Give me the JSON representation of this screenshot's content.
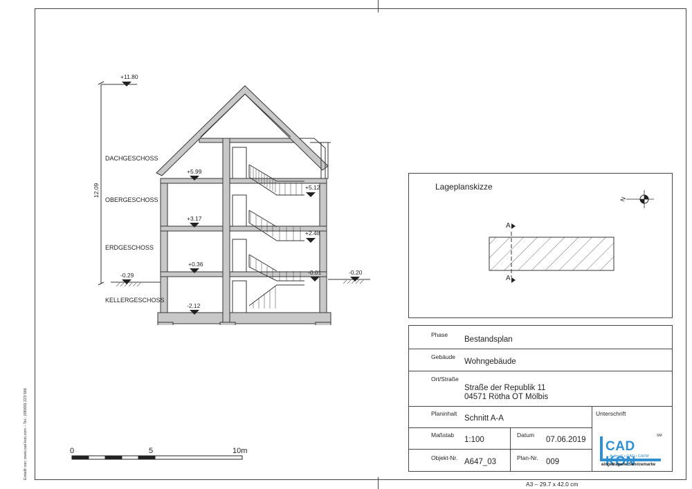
{
  "drawing": {
    "levels": {
      "top": "+11.80",
      "ground_left": "-0.29",
      "ground_right": "-0.20",
      "dach": "+5.99",
      "ober": "+3.17",
      "erd": "+0.36",
      "keller": "-2.12",
      "landing1": "+5.12",
      "landing2": "+2.48",
      "landing3": "-0.01"
    },
    "height_dim": "12.09",
    "floors": [
      "DACHGESCHOSS",
      "OBERGESCHOSS",
      "ERDGESCHOSS",
      "KELLERGESCHOSS"
    ],
    "scale_bar": {
      "zero": "0",
      "five": "5",
      "ten": "10m"
    }
  },
  "lageplan": {
    "title": "Lageplanskizze",
    "section_marker_top": "A",
    "section_marker_bottom": "A",
    "north_label": "N"
  },
  "title_block": {
    "phase_label": "Phase",
    "phase_value": "Bestandsplan",
    "gebaeude_label": "Gebäude",
    "gebaeude_value": "Wohngebäude",
    "ort_label": "Ort/Straße",
    "ort_line1": "Straße der Republik 11",
    "ort_line2": "04571 Rötha OT Mölbis",
    "planinhalt_label": "Planinhalt",
    "planinhalt_value": "Schnitt A-A",
    "unterschrift_label": "Unterschrift",
    "massstab_label": "Maßstab",
    "massstab_value": "1:100",
    "datum_label": "Datum",
    "datum_value": "07.06.2019",
    "objekt_label": "Objekt-Nr.",
    "objekt_value": "A647_03",
    "plan_label": "Plan-Nr.",
    "plan_value": "009"
  },
  "logo": {
    "name": "CAD KON",
    "sm": "SM",
    "tagline1": "Aufmaß • CAD • CAFM",
    "tagline2": "eingetragene Servicemarke"
  },
  "sheet_format": "A3 – 29.7 x 42.0 cm",
  "side_note": "Erstellt von: www.cad-kon.com – Tel.: (08000) 223 566",
  "colors": {
    "line": "#333333",
    "wall": "#c8c8c8",
    "logo": "#2f8fd0"
  }
}
